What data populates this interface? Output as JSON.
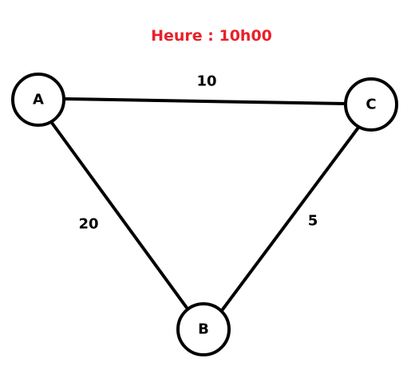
{
  "title": {
    "text": "Heure : 10h00",
    "color": "#e8202a"
  },
  "nodes": [
    {
      "id": "A",
      "label": "A"
    },
    {
      "id": "B",
      "label": "B"
    },
    {
      "id": "C",
      "label": "C"
    }
  ],
  "edges": [
    {
      "from": "A",
      "to": "C",
      "weight": "10"
    },
    {
      "from": "A",
      "to": "B",
      "weight": "20"
    },
    {
      "from": "C",
      "to": "B",
      "weight": "5"
    }
  ]
}
